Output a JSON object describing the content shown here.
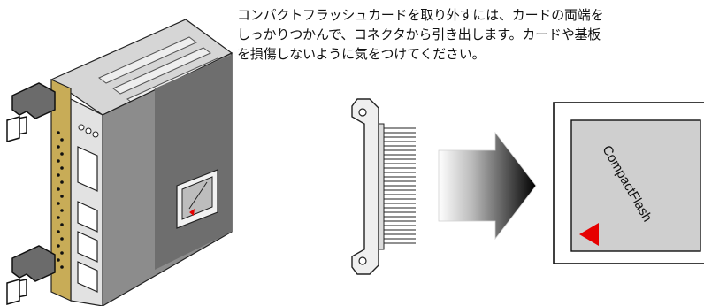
{
  "instruction": {
    "lines": [
      "コンパクトフラッシュカードを取り外すには、カードの両端を",
      "しっかりつかんで、コネクタから引き出します。カードや基板",
      "を損傷しないように気をつけてください。"
    ]
  },
  "card_label": "CompactFlash",
  "colors": {
    "module_panel": "#c8ac57",
    "module_side": "#9a9a9a",
    "card_face": "#cfcfcf",
    "marker": "#e60000"
  }
}
